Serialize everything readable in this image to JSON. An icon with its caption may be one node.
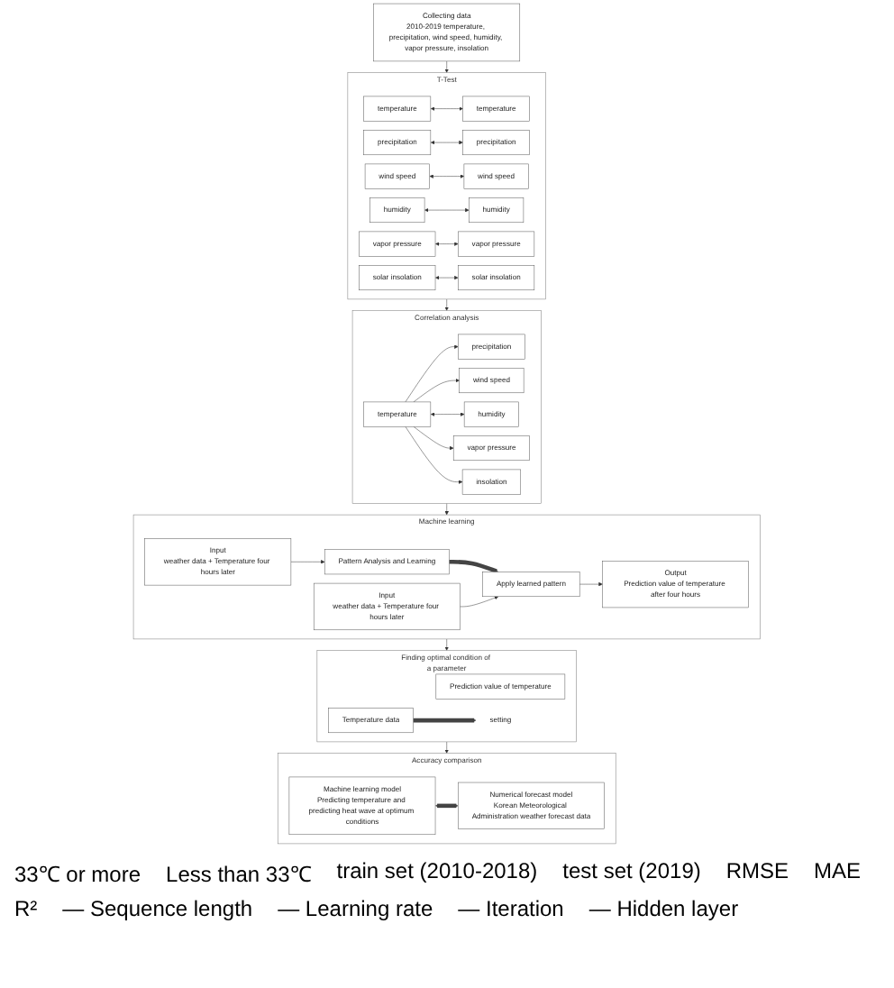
{
  "diagram": {
    "nodes": [
      {
        "text": [
          "Collecting data",
          "2010-2019 temperature, precipitation, wind speed, humidity, vapor pressure, insolation"
        ]
      },
      {
        "text": [
          "T-Test"
        ]
      },
      {
        "text": [
          "temperature"
        ],
        "in": 1
      },
      {
        "text": [
          "precipitation"
        ],
        "in": 1
      },
      {
        "text": [
          "wind speed"
        ],
        "in": 1
      },
      {
        "text": [
          "humidity"
        ],
        "in": 1
      },
      {
        "text": [
          "vapor pressure"
        ],
        "in": 1
      },
      {
        "text": [
          "solar insolation"
        ],
        "in": 1
      },
      {
        "text": [
          "temperature"
        ],
        "in": 1
      },
      {
        "text": [
          "precipitation"
        ],
        "in": 1
      },
      {
        "text": [
          "wind speed"
        ],
        "in": 1
      },
      {
        "text": [
          "humidity"
        ],
        "in": 1
      },
      {
        "text": [
          "vapor pressure"
        ],
        "in": 1
      },
      {
        "text": [
          "solar insolation"
        ],
        "in": 1
      },
      {
        "text": [
          "Correlation analysis"
        ]
      },
      {
        "text": [
          "temperature"
        ],
        "in": 14
      },
      {
        "text": [
          "precipitation"
        ],
        "in": 14
      },
      {
        "text": [
          "wind speed"
        ],
        "in": 14
      },
      {
        "text": [
          "humidity"
        ],
        "in": 14
      },
      {
        "text": [
          "vapor pressure"
        ],
        "in": 14
      },
      {
        "text": [
          "insolation"
        ],
        "in": 14
      },
      {
        "text": [
          "Machine learning"
        ]
      },
      {
        "text": [
          "Input",
          "weather data + Temperature four hours later"
        ],
        "in": 21
      },
      {
        "text": [
          "Pattern Analysis and Learning"
        ],
        "in": 21
      },
      {
        "text": [
          "Input",
          "weather data + Temperature four hours later"
        ],
        "in": 21
      },
      {
        "text": [
          "Apply learned pattern"
        ],
        "in": 21
      },
      {
        "text": [
          "Output",
          "Prediction value of temperature after four hours"
        ],
        "in": 21
      },
      {
        "text": [
          "Finding optimal condition of a parameter"
        ]
      },
      {
        "text": [
          "Prediction value of temperature"
        ],
        "in": 27
      },
      {
        "text": [
          "Temperature data"
        ],
        "in": 27
      },
      {
        "text": [
          "setting"
        ],
        "in": 27
      },
      {
        "text": [
          "Accuracy comparison"
        ]
      },
      {
        "text": [
          "Machine learning model",
          "Predicting temperature and predicting heat wave at optimum conditions"
        ],
        "in": 31
      },
      {
        "text": [
          "Numerical forecast model",
          "Korean Meteorological Administration weather forecast data"
        ],
        "in": 31
      }
    ],
    "edges": [
      {
        "from": 0,
        "to": 1,
        "arrow": "to"
      },
      {
        "from": 2,
        "to": 8,
        "arrow": "both"
      },
      {
        "from": 3,
        "to": 9,
        "arrow": "both"
      },
      {
        "from": 4,
        "to": 10,
        "arrow": "both"
      },
      {
        "from": 5,
        "to": 11,
        "arrow": "both"
      },
      {
        "from": 6,
        "to": 12,
        "arrow": "both"
      },
      {
        "from": 7,
        "to": 13,
        "arrow": "both"
      },
      {
        "from": 1,
        "to": 14,
        "arrow": "to"
      },
      {
        "from": 15,
        "to": 16,
        "arrow": "to"
      },
      {
        "from": 15,
        "to": 17,
        "arrow": "to"
      },
      {
        "from": 15,
        "to": 18,
        "arrow": "both"
      },
      {
        "from": 15,
        "to": 19,
        "arrow": "to"
      },
      {
        "from": 15,
        "to": 20,
        "arrow": "to"
      },
      {
        "from": 14,
        "to": 21,
        "arrow": "to"
      },
      {
        "from": 22,
        "to": 23,
        "arrow": "to"
      },
      {
        "from": 23,
        "to": 25,
        "arrow": "to",
        "style": "thick"
      },
      {
        "from": 24,
        "to": 25,
        "arrow": "to"
      },
      {
        "from": 25,
        "to": 26,
        "arrow": "to"
      },
      {
        "from": 21,
        "to": 27,
        "arrow": "to"
      },
      {
        "from": 29,
        "to": 30,
        "arrow": "to",
        "style": "thick"
      },
      {
        "from": 27,
        "to": 31,
        "arrow": "to"
      },
      {
        "from": 32,
        "to": 33,
        "arrow": "both",
        "style": "thick"
      }
    ],
    "labels": [
      "33℃ or more",
      "Less than 33℃",
      "train set (2010-2018)",
      "test set (2019)",
      "RMSE",
      "MAE",
      "R²",
      "— Sequence length",
      "— Learning rate",
      "— Iteration",
      "— Hidden layer"
    ]
  }
}
